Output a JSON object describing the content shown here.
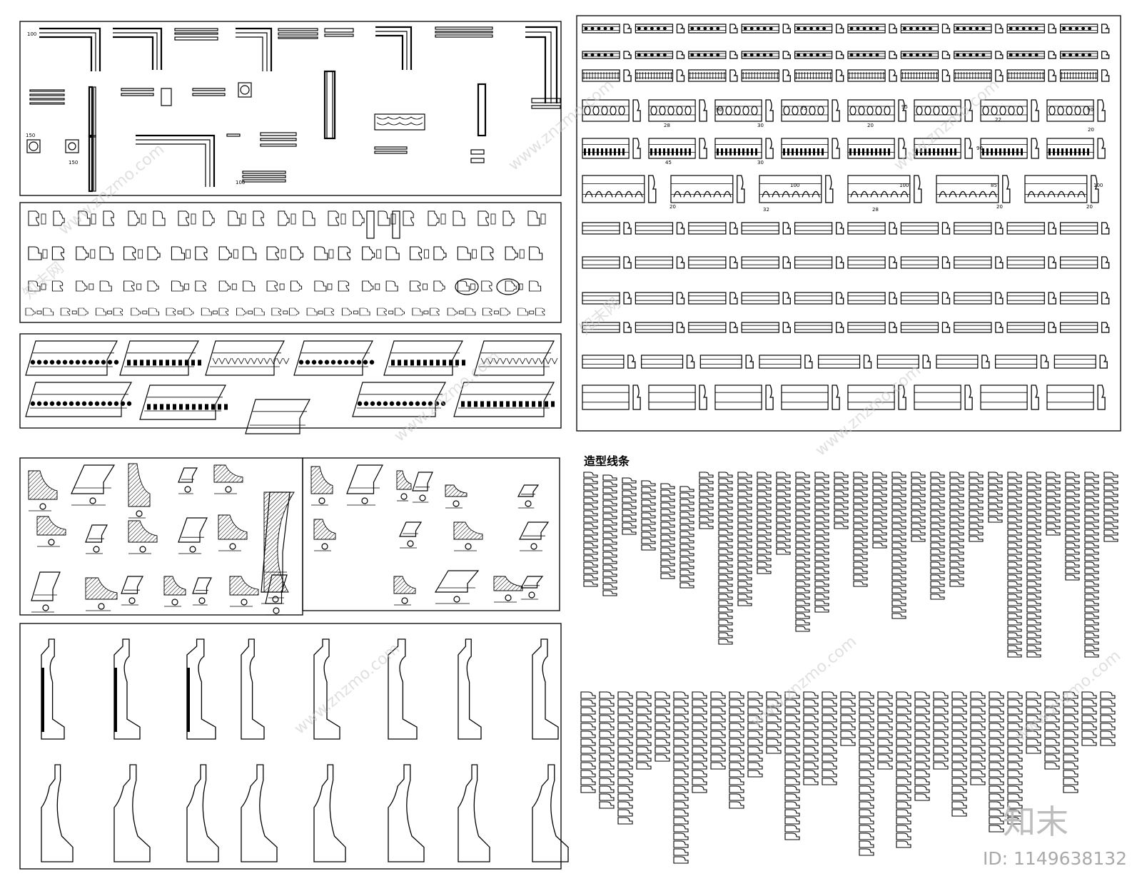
{
  "sheet": {
    "section_title": "造型线条",
    "brand": "知末",
    "id_label": "ID: 1149638132",
    "watermark": "www.znzmo.com",
    "watermark_brand": "知末网"
  },
  "dims": {
    "d100": "100",
    "d150": "150",
    "d90": "90",
    "d75": "75",
    "d85": "85",
    "d28": "28",
    "d30": "30",
    "d20": "20",
    "d22": "22",
    "d32": "32",
    "d45": "45",
    "d95": "95"
  },
  "colors": {
    "line": "#000000",
    "paper": "#ffffff",
    "watermark": "#c8c8c8"
  }
}
